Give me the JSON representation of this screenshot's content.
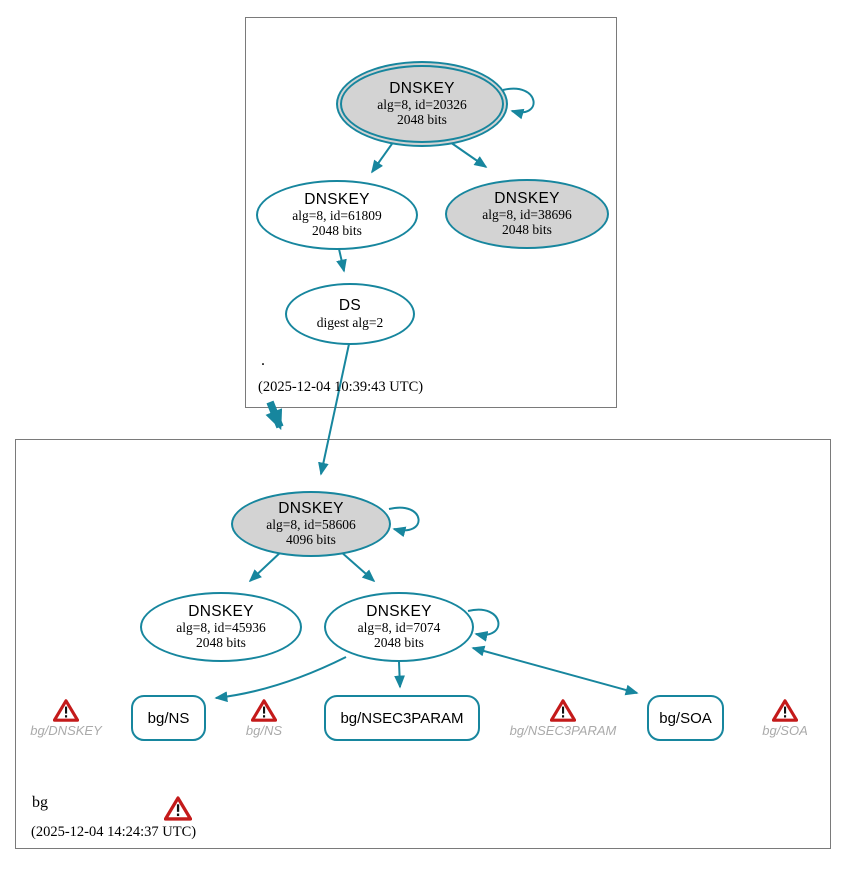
{
  "colors": {
    "accent": "#17869e",
    "node_fill_secure": "#d3d3d3",
    "node_fill_plain": "#ffffff",
    "warning": "#c41a1a",
    "muted_label": "#aaaaaa",
    "zone_border": "#7a7a7a"
  },
  "icons": {
    "warning": "warning-triangle-icon"
  },
  "zones": [
    {
      "label": ".",
      "timestamp": "(2025-12-04 10:39:43 UTC)",
      "nodes": {
        "ksk": {
          "title": "DNSKEY",
          "detail": "alg=8, id=20326",
          "size": "2048 bits"
        },
        "zsk": {
          "title": "DNSKEY",
          "detail": "alg=8, id=61809",
          "size": "2048 bits"
        },
        "key2": {
          "title": "DNSKEY",
          "detail": "alg=8, id=38696",
          "size": "2048 bits"
        },
        "ds": {
          "title": "DS",
          "detail": "digest alg=2"
        }
      }
    },
    {
      "label": "bg",
      "timestamp": "(2025-12-04 14:24:37 UTC)",
      "nodes": {
        "ksk": {
          "title": "DNSKEY",
          "detail": "alg=8, id=58606",
          "size": "4096 bits"
        },
        "zsk1": {
          "title": "DNSKEY",
          "detail": "alg=8, id=45936",
          "size": "2048 bits"
        },
        "zsk2": {
          "title": "DNSKEY",
          "detail": "alg=8, id=7074",
          "size": "2048 bits"
        }
      },
      "rrsets": [
        {
          "label": "bg/NS"
        },
        {
          "label": "bg/NSEC3PARAM"
        },
        {
          "label": "bg/SOA"
        }
      ],
      "warnings": [
        {
          "label": "bg/DNSKEY"
        },
        {
          "label": "bg/NS"
        },
        {
          "label": "bg/NSEC3PARAM"
        },
        {
          "label": "bg/SOA"
        }
      ]
    }
  ]
}
